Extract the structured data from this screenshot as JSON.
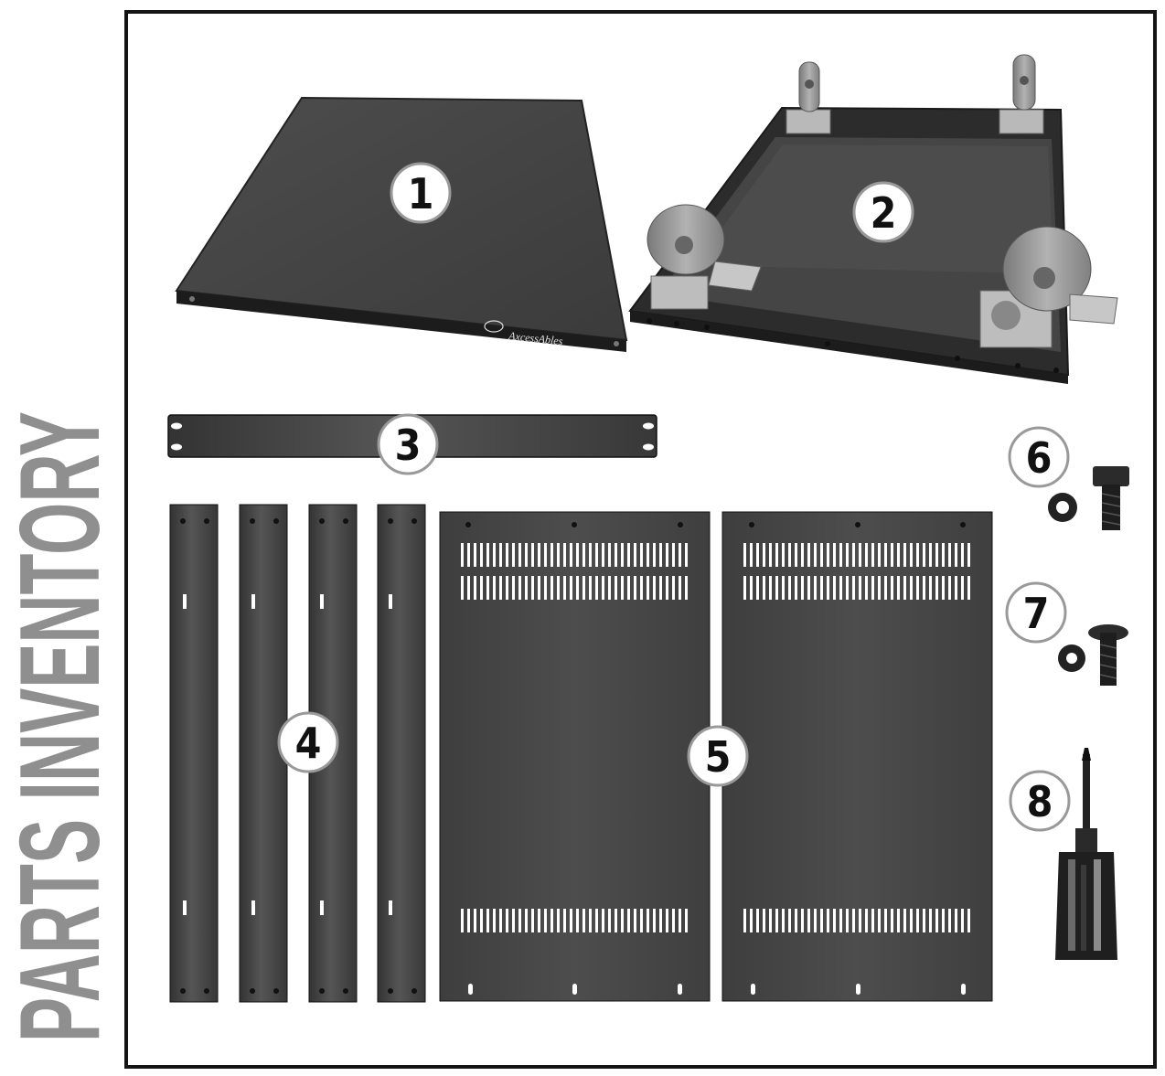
{
  "page": {
    "side_title": "PARTS INVENTORY",
    "brand_text": "AxcessAbles"
  },
  "parts": [
    {
      "callout": "1"
    },
    {
      "callout": "2"
    },
    {
      "callout": "3"
    },
    {
      "callout": "4"
    },
    {
      "callout": "5"
    },
    {
      "callout": "6"
    },
    {
      "callout": "7"
    },
    {
      "callout": "8"
    }
  ],
  "colors": {
    "title_gray": "#8f8f8f",
    "frame": "#141414",
    "metal_dark": "#3a3a3a",
    "metal_mid": "#4a4a4a",
    "metal_light": "#5e5e5e",
    "caster_gray": "#9a9a9a",
    "badge_border": "#9a9a9a",
    "badge_text": "#111111"
  }
}
